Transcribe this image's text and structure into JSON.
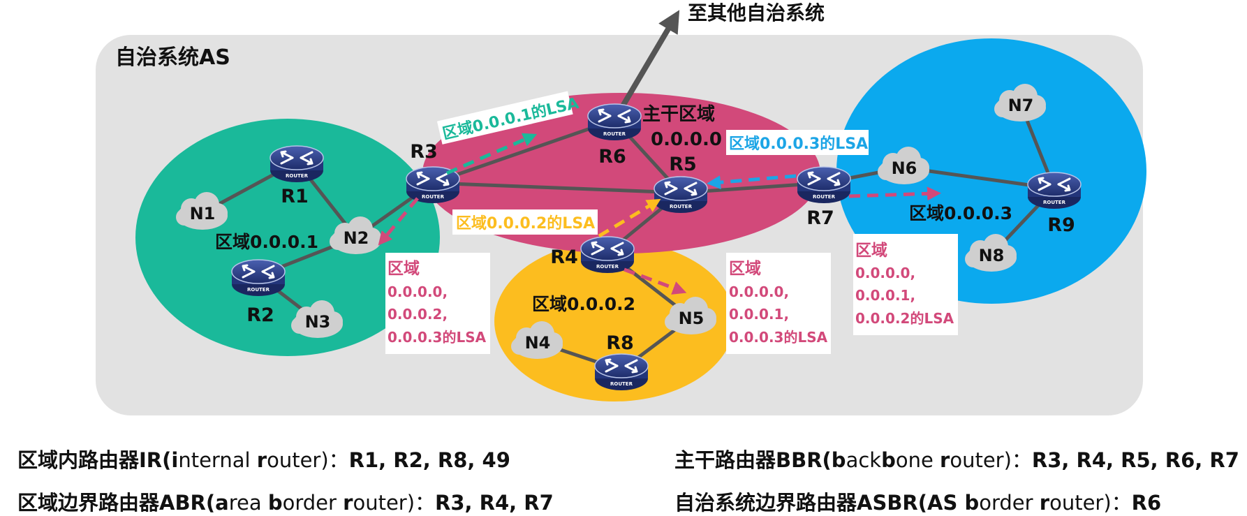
{
  "diagram": {
    "as_label": "自治系统AS",
    "external_label": "至其他自治系统",
    "areas": {
      "backbone": {
        "line1": "主干区域",
        "line2": "0.0.0.0"
      },
      "area1": "区域0.0.0.1",
      "area2": "区域0.0.0.2",
      "area3": "区域0.0.0.3"
    },
    "routers": [
      "R1",
      "R2",
      "R3",
      "R4",
      "R5",
      "R6",
      "R7",
      "R8",
      "R9"
    ],
    "router_caption": "ROUTER",
    "networks": [
      "N1",
      "N2",
      "N3",
      "N4",
      "N5",
      "N6",
      "N7",
      "N8"
    ],
    "lsa_labels": {
      "area1_lsa": "区域0.0.0.1的LSA",
      "area2_lsa": "区域0.0.0.2的LSA",
      "area3_lsa": "区域0.0.0.3的LSA"
    },
    "summary_boxes": {
      "to_area1": [
        "区域",
        "0.0.0.0,",
        "0.0.0.2,",
        "0.0.0.3的LSA"
      ],
      "to_area2": [
        "区域",
        "0.0.0.0,",
        "0.0.0.1,",
        "0.0.0.3的LSA"
      ],
      "to_area3": [
        "区域",
        "0.0.0.0,",
        "0.0.0.1,",
        "0.0.0.2的LSA"
      ]
    },
    "colors": {
      "as_bg": "#e2e2e2",
      "area1": "#1ab99a",
      "backbone": "#d2497a",
      "area2": "#fcbd1f",
      "area3": "#0ba9ee",
      "lsa_area1": "#1ab99a",
      "lsa_area2": "#fcbd1f",
      "lsa_area3": "#1ca5e6",
      "lsa_summary": "#d2497a",
      "router": "#2d3f86",
      "cloud": "#cfcfcf",
      "link": "#555555"
    }
  },
  "legend": {
    "ir": {
      "pre": "区域内路由器IR(",
      "k1": "i",
      "r1": "nternal ",
      "k2": "r",
      "r2": "outer)：",
      "members": "R1, R2, R8, 49"
    },
    "abr": {
      "pre": "区域边界路由器ABR(",
      "k1": "a",
      "r1": "rea ",
      "k2": "b",
      "r2": "order ",
      "k3": "r",
      "r3": "outer)：",
      "members": "R3, R4, R7"
    },
    "bbr": {
      "pre": "主干路由器BBR(",
      "k1": "b",
      "r1": "ack",
      "k2": "b",
      "r2": "one ",
      "k3": "r",
      "r3": "outer)：",
      "members": "R3, R4, R5, R6, R7"
    },
    "asbr": {
      "pre": "自治系统边界路由器ASBR(AS ",
      "k1": "b",
      "r1": "order ",
      "k2": "r",
      "r2": "outer)：",
      "members": "R6"
    }
  }
}
